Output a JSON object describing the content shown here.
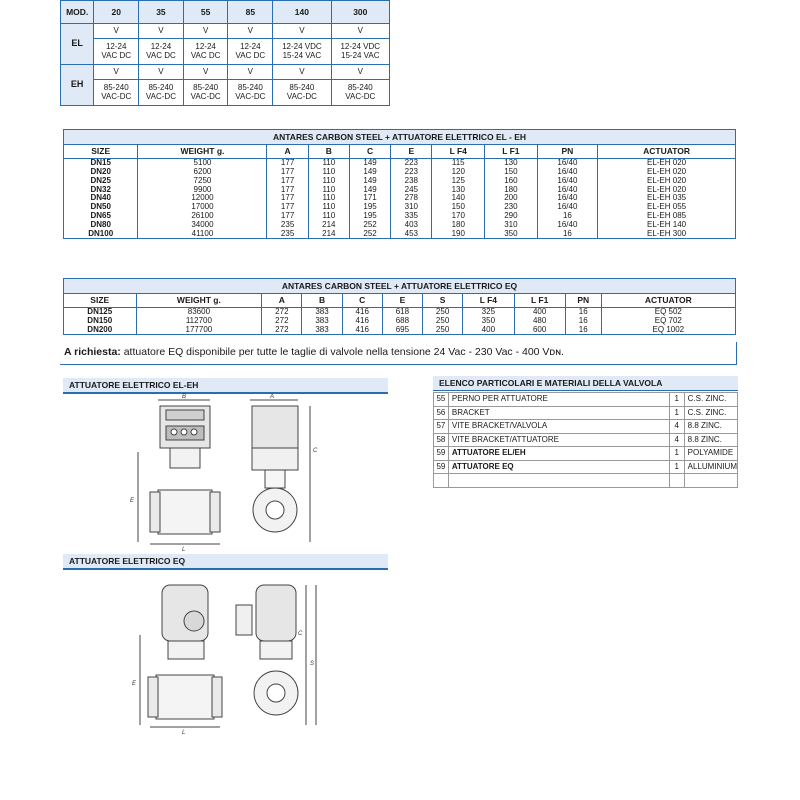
{
  "model_table": {
    "header": [
      "MOD.",
      "20",
      "35",
      "55",
      "85",
      "140",
      "300"
    ],
    "el_label": "EL",
    "eh_label": "EH",
    "el_rows": [
      [
        "V",
        "V",
        "V",
        "V",
        "V",
        "V"
      ],
      [
        "12-24\nVAC DC",
        "12-24\nVAC DC",
        "12-24\nVAC DC",
        "12-24\nVAC DC",
        "12-24 VDC\n15-24 VAC",
        "12-24 VDC\n15-24 VAC"
      ]
    ],
    "eh_rows": [
      [
        "V",
        "V",
        "V",
        "V",
        "V",
        "V"
      ],
      [
        "85-240\nVAC-DC",
        "85-240\nVAC-DC",
        "85-240\nVAC-DC",
        "85-240\nVAC-DC",
        "85-240\nVAC-DC",
        "85-240\nVAC-DC"
      ]
    ]
  },
  "table_el_eh": {
    "title": "ANTARES CARBON STEEL + ATTUATORE ELETTRICO EL - EH",
    "headers": [
      "SIZE",
      "WEIGHT g.",
      "A",
      "B",
      "C",
      "E",
      "L F4",
      "L F1",
      "PN",
      "ACTUATOR"
    ],
    "rows": [
      [
        "DN15",
        "5100",
        "177",
        "110",
        "149",
        "223",
        "115",
        "130",
        "16/40",
        "EL-EH 020"
      ],
      [
        "DN20",
        "6200",
        "177",
        "110",
        "149",
        "223",
        "120",
        "150",
        "16/40",
        "EL-EH 020"
      ],
      [
        "DN25",
        "7250",
        "177",
        "110",
        "149",
        "238",
        "125",
        "160",
        "16/40",
        "EL-EH 020"
      ],
      [
        "DN32",
        "9900",
        "177",
        "110",
        "149",
        "245",
        "130",
        "180",
        "16/40",
        "EL-EH 020"
      ],
      [
        "DN40",
        "12000",
        "177",
        "110",
        "171",
        "278",
        "140",
        "200",
        "16/40",
        "EL-EH 035"
      ],
      [
        "DN50",
        "17000",
        "177",
        "110",
        "195",
        "310",
        "150",
        "230",
        "16/40",
        "EL-EH 055"
      ],
      [
        "DN65",
        "26100",
        "177",
        "110",
        "195",
        "335",
        "170",
        "290",
        "16",
        "EL-EH 085"
      ],
      [
        "DN80",
        "34000",
        "235",
        "214",
        "252",
        "403",
        "180",
        "310",
        "16/40",
        "EL-EH 140"
      ],
      [
        "DN100",
        "41100",
        "235",
        "214",
        "252",
        "453",
        "190",
        "350",
        "16",
        "EL-EH 300"
      ]
    ]
  },
  "table_eq": {
    "title": "ANTARES CARBON STEEL + ATTUATORE ELETTRICO EQ",
    "headers": [
      "SIZE",
      "WEIGHT g.",
      "A",
      "B",
      "C",
      "E",
      "S",
      "L F4",
      "L F1",
      "PN",
      "ACTUATOR"
    ],
    "rows": [
      [
        "DN125",
        "83600",
        "272",
        "383",
        "416",
        "618",
        "250",
        "325",
        "400",
        "16",
        "EQ 502"
      ],
      [
        "DN150",
        "112700",
        "272",
        "383",
        "416",
        "688",
        "250",
        "350",
        "480",
        "16",
        "EQ 702"
      ],
      [
        "DN200",
        "177700",
        "272",
        "383",
        "416",
        "695",
        "250",
        "400",
        "600",
        "16",
        "EQ 1002"
      ]
    ]
  },
  "note": {
    "label": "A richiesta:",
    "text": "attuatore EQ disponibile per tutte le taglie di valvole nella tensione 24 Vac - 230 Vac - 400 Vᴅɴ."
  },
  "section_el_eh": "ATTUATORE ELETTRICO EL-EH",
  "section_eq": "ATTUATORE ELETTRICO EQ",
  "parts": {
    "title": "ELENCO PARTICOLARI E MATERIALI DELLA VALVOLA",
    "rows": [
      [
        "55",
        "PERNO PER ATTUATORE",
        "1",
        "C.S. ZINC."
      ],
      [
        "56",
        "BRACKET",
        "1",
        "C.S. ZINC."
      ],
      [
        "57",
        "VITE BRACKET/VALVOLA",
        "4",
        "8.8 ZINC."
      ],
      [
        "58",
        "VITE BRACKET/ATTUATORE",
        "4",
        "8.8 ZINC."
      ],
      [
        "59",
        "ATTUATORE EL/EH",
        "1",
        "POLYAMIDE"
      ],
      [
        "59",
        "ATTUATORE EQ",
        "1",
        "ALLUMINIUM"
      ],
      [
        "",
        "",
        "",
        ""
      ]
    ]
  },
  "drawing_labels": {
    "A": "A",
    "B": "B",
    "C": "C",
    "E": "E",
    "L": "L",
    "S": "S"
  }
}
